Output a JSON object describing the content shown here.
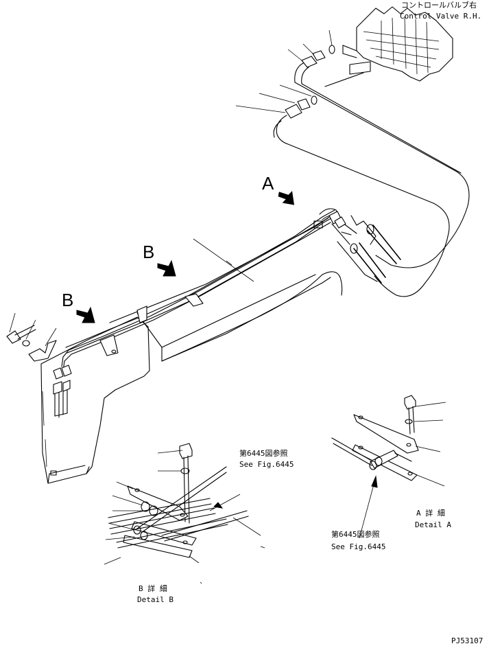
{
  "labels": {
    "control_valve_jp": "コントロールバルブ右",
    "control_valve_en": "Control Valve R.H.",
    "view_a": "A",
    "view_b_upper": "B",
    "view_b_lower": "B",
    "ref_b_jp": "第6445図参照",
    "ref_b_en": "See Fig.6445",
    "ref_a_jp": "第6445図参照",
    "ref_a_en": "See Fig.6445",
    "detail_a_jp": "A 詳 細",
    "detail_a_en": "Detail A",
    "detail_b_jp": "B 詳 細",
    "detail_b_en": "Detail B",
    "figure_code": "PJ53107"
  },
  "icons": {
    "view_arrow": "bold-diagonal-arrow-icon"
  }
}
